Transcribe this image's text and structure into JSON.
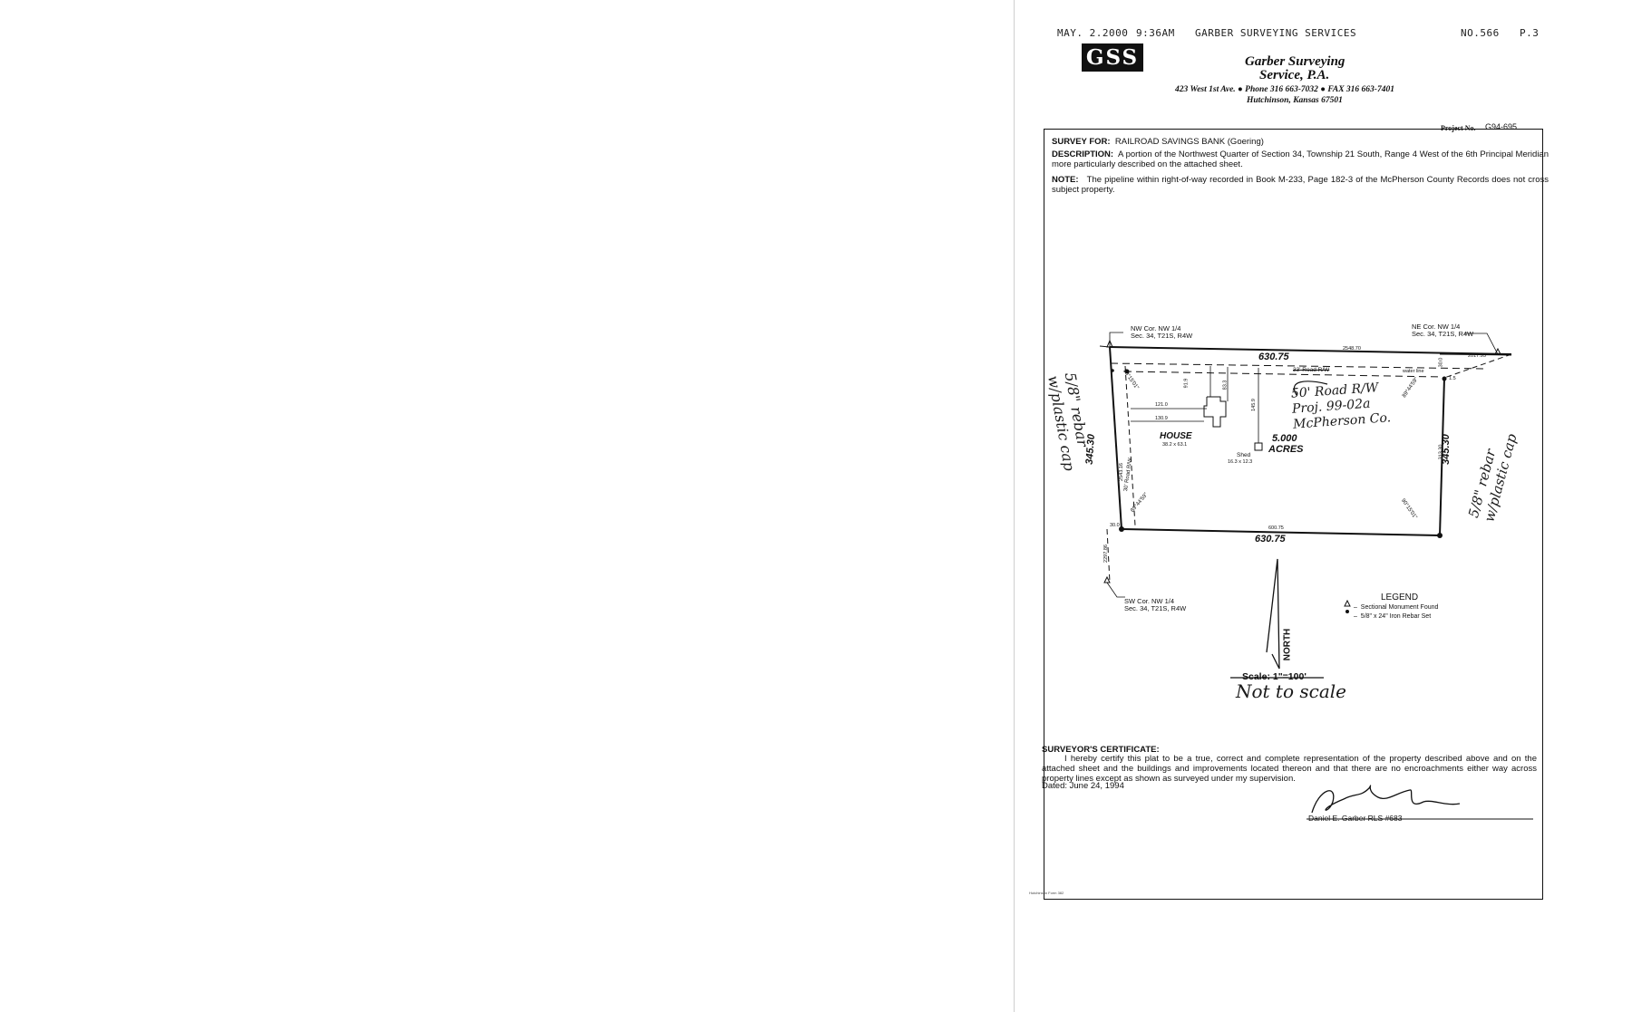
{
  "fax_header": {
    "date": "MAY. 2.2000",
    "time": "9:36AM",
    "sender": "GARBER SURVEYING SERVICES",
    "number": "NO.566",
    "page": "P.3"
  },
  "letterhead": {
    "logo": "GSS",
    "company_line1": "Garber Surveying",
    "company_line2": "Service, P.A.",
    "address_line": "423 West 1st Ave. ● Phone 316 663-7032 ● FAX 316 663-7401",
    "city_line": "Hutchinson, Kansas 67501",
    "project_label": "Project No.",
    "project_number": "G94-695"
  },
  "survey": {
    "for_label": "SURVEY FOR:",
    "for_value": "RAILROAD SAVINGS BANK (Goering)",
    "description_label": "DESCRIPTION:",
    "description_text": "A portion of the Northwest Quarter of Section 34, Township 21 South, Range 4 West of the 6th Principal Meridian more particularly described on the attached sheet.",
    "note_label": "NOTE:",
    "note_text": "The pipeline within right-of-way recorded in Book M-233, Page 182-3 of the McPherson County Records does not cross subject property."
  },
  "plat": {
    "nw_corner_1": "NW Cor. NW 1/4",
    "nw_corner_2": "Sec. 34, T21S, R4W",
    "ne_corner_1": "NE Cor. NW 1/4",
    "ne_corner_2": "Sec. 34, T21S, R4W",
    "sw_corner_1": "SW Cor. NW 1/4",
    "sw_corner_2": "Sec. 34, T21S, R4W",
    "top_dim": "630.75",
    "bottom_dim": "630.75",
    "left_dim": "345.30",
    "right_dim": "345.30",
    "top_small": "2548.70",
    "ne_small": "2017.95",
    "bottom_small": "600.75",
    "sw_small": "30.0",
    "left_vertical_small": "2297.86",
    "left_side_small": "2543.16",
    "right_side_small": "313.30",
    "small_ne": "30.0",
    "road_label_top": "33' Road R/W",
    "water_line": "water line",
    "road_left": "30' Road R/W",
    "house_label": "HOUSE",
    "house_dims": "38.2 x 63.1",
    "shed_label": "Shed",
    "shed_dims": "16.3 x 12.3",
    "acres_1": "5.000",
    "acres_2": "ACRES",
    "dim_121": "121.0",
    "dim_130": "130.9",
    "dim_91": "91.9",
    "dim_83": "83.3",
    "dim_145": "145.9",
    "dim_1_5": "1.5",
    "bearing_nw": "90°15'01\"",
    "bearing_ne": "89°44'59\"",
    "bearing_sw": "89°44'59\"",
    "bearing_se": "90°15'01\"",
    "north_label": "NORTH",
    "scale_text": "Scale: 1\"=100'",
    "not_to_scale": "Not to scale",
    "hand_road_1": "50' Road R/W",
    "hand_road_2": "Proj. 99-02a",
    "hand_road_3": "McPherson Co.",
    "hand_left": "5/8\" rebar w/plastic cap",
    "hand_right": "5/8\" rebar w/plastic cap",
    "legend_title": "LEGEND",
    "legend_item1": "Sectional Monument Found",
    "legend_item2": "5/8\" x 24\" Iron Rebar Set"
  },
  "certificate": {
    "title": "SURVEYOR'S CERTIFICATE:",
    "text": "I hereby certify this plat to be a true, correct and complete representation of the property described above and on the attached sheet and the buildings and improvements located thereon and that there are no encroachments either way across property lines except as shown as surveyed under my supervision.",
    "dated": "Dated:  June 24, 1994",
    "signer": "Daniel E. Garber  RLS #683"
  },
  "footer": {
    "form_text": "Hutchinson Form 382"
  }
}
